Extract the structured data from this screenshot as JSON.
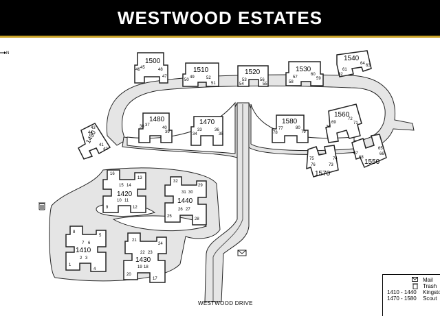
{
  "title": "WESTWOOD ESTATES",
  "road_label": "WESTWOOD DRIVE",
  "compass_letter": "N",
  "colors": {
    "header_bg": "#000000",
    "accent_line": "#c9a227",
    "pavement": "#e5e5e5",
    "building": "#ffffff",
    "outline": "#222222"
  },
  "buildings": [
    {
      "label": "1500",
      "units": [
        "45",
        "46",
        "48",
        "47"
      ]
    },
    {
      "label": "1510",
      "units": [
        "49",
        "50",
        "52",
        "51"
      ]
    },
    {
      "label": "1520",
      "units": [
        "53",
        "54",
        "56",
        "55"
      ]
    },
    {
      "label": "1530",
      "units": [
        "57",
        "58",
        "60",
        "59"
      ]
    },
    {
      "label": "1540",
      "units": [
        "61",
        "62",
        "64",
        "63"
      ]
    },
    {
      "label": "1490",
      "units": [
        "43",
        "44",
        "41",
        "42"
      ]
    },
    {
      "label": "1480",
      "units": [
        "37",
        "38",
        "40",
        "39"
      ]
    },
    {
      "label": "1470",
      "units": [
        "33",
        "34",
        "36",
        "35"
      ]
    },
    {
      "label": "1580",
      "units": [
        "77",
        "78",
        "80",
        "79"
      ]
    },
    {
      "label": "1560",
      "units": [
        "69",
        "70",
        "72",
        "71"
      ]
    },
    {
      "label": "1570",
      "units": [
        "75",
        "76",
        "73",
        "74"
      ]
    },
    {
      "label": "1550",
      "units": [
        "67",
        "68",
        "65",
        "66"
      ]
    },
    {
      "label": "1420",
      "units": [
        "16",
        "15",
        "14",
        "13",
        "10",
        "11",
        "9",
        "12"
      ]
    },
    {
      "label": "1440",
      "units": [
        "32",
        "31",
        "30",
        "29",
        "26",
        "27",
        "25",
        "28"
      ]
    },
    {
      "label": "1410",
      "units": [
        "8",
        "7",
        "6",
        "5",
        "2",
        "3",
        "1",
        "4"
      ]
    },
    {
      "label": "1430",
      "units": [
        "21",
        "22",
        "23",
        "24",
        "19",
        "18",
        "20",
        "17"
      ]
    }
  ],
  "legend": {
    "mail_label": "Mail",
    "trash_label": "Trash",
    "rows": [
      {
        "range": "1410 - 1440",
        "name": "Kingston"
      },
      {
        "range": "1470 - 1580",
        "name": "Scout"
      }
    ]
  },
  "icons": [
    "compass-arrow-icon",
    "mailbox-icon",
    "trash-can-icon"
  ]
}
